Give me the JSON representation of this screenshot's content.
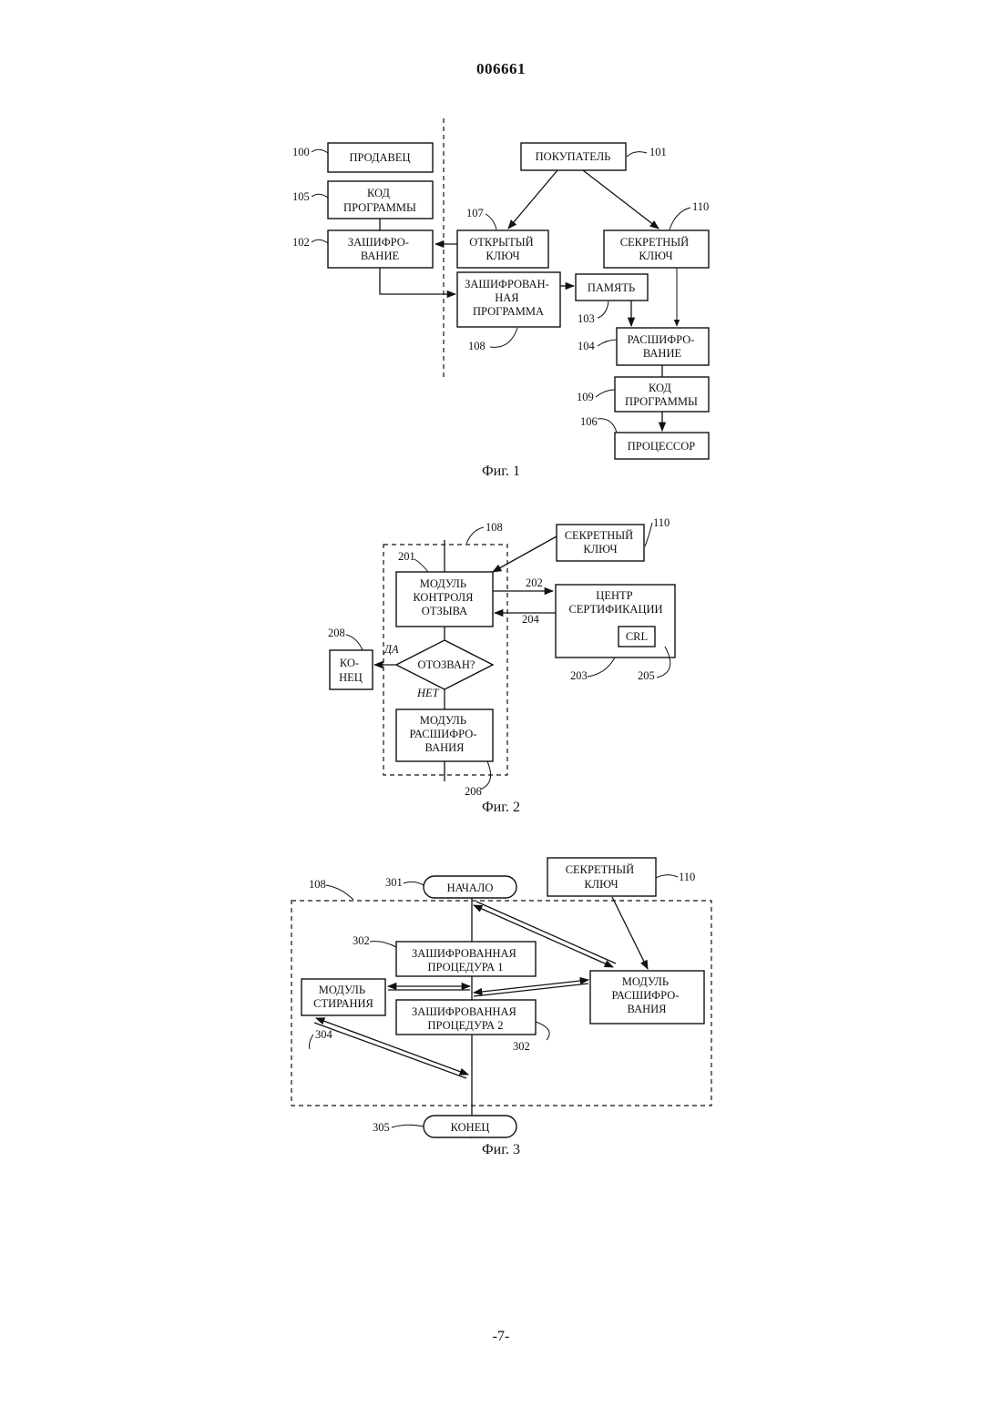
{
  "header": {
    "doc_number": "006661"
  },
  "footer": {
    "page_number": "-7-"
  },
  "fig1": {
    "caption": "Фиг. 1",
    "boxes": {
      "seller": [
        "ПРОДАВЕЦ"
      ],
      "program_code_seller": [
        "КОД",
        "ПРОГРАММЫ"
      ],
      "encryption": [
        "ЗАШИФРО-",
        "ВАНИЕ"
      ],
      "buyer": [
        "ПОКУПАТЕЛЬ"
      ],
      "public_key": [
        "ОТКРЫТЫЙ",
        "КЛЮЧ"
      ],
      "secret_key": [
        "СЕКРЕТНЫЙ",
        "КЛЮЧ"
      ],
      "encrypted_program": [
        "ЗАШИФРОВАН-",
        "НАЯ",
        "ПРОГРАММА"
      ],
      "memory": [
        "ПАМЯТЬ"
      ],
      "decryption": [
        "РАСШИФРО-",
        "ВАНИЕ"
      ],
      "program_code_buyer": [
        "КОД",
        "ПРОГРАММЫ"
      ],
      "processor": [
        "ПРОЦЕССОР"
      ]
    },
    "refs": {
      "seller": "100",
      "buyer": "101",
      "encryption": "102",
      "memory": "103",
      "decryption": "104",
      "program_code_seller": "105",
      "processor": "106",
      "public_key": "107",
      "encrypted_program": "108",
      "program_code_buyer": "109",
      "secret_key": "110"
    }
  },
  "fig2": {
    "caption": "Фиг. 2",
    "boxes": {
      "secret_key": [
        "СЕКРЕТНЫЙ",
        "КЛЮЧ"
      ],
      "revocation_module": [
        "МОДУЛЬ",
        "КОНТРОЛЯ",
        "ОТЗЫВА"
      ],
      "cert_center": [
        "ЦЕНТР",
        "СЕРТИФИКАЦИИ"
      ],
      "crl": [
        "CRL"
      ],
      "end": [
        "КО-",
        "НЕЦ"
      ],
      "revoked": [
        "ОТОЗВАН?"
      ],
      "decrypt_module": [
        "МОДУЛЬ",
        "РАСШИФРО-",
        "ВАНИЯ"
      ]
    },
    "branch_yes": "ДА",
    "branch_no": "НЕТ",
    "refs": {
      "container": "108",
      "secret_key": "110",
      "revocation_module": "201",
      "request": "202",
      "response": "204",
      "cert_center": "203",
      "crl": "205",
      "end": "208",
      "decrypt_module": "206"
    }
  },
  "fig3": {
    "caption": "Фиг. 3",
    "boxes": {
      "start": [
        "НАЧАЛО"
      ],
      "secret_key": [
        "СЕКРЕТНЫЙ",
        "КЛЮЧ"
      ],
      "proc1": [
        "ЗАШИФРОВАННАЯ",
        "ПРОЦЕДУРА 1"
      ],
      "proc2": [
        "ЗАШИФРОВАННАЯ",
        "ПРОЦЕДУРА 2"
      ],
      "erase_module": [
        "МОДУЛЬ",
        "СТИРАНИЯ"
      ],
      "decrypt_module": [
        "МОДУЛЬ",
        "РАСШИФРО-",
        "ВАНИЯ"
      ],
      "end": [
        "КОНЕЦ"
      ]
    },
    "refs": {
      "container": "108",
      "start": "301",
      "secret_key": "110",
      "proc1": "302",
      "proc2": "302",
      "erase_module": "304",
      "end": "305"
    }
  }
}
